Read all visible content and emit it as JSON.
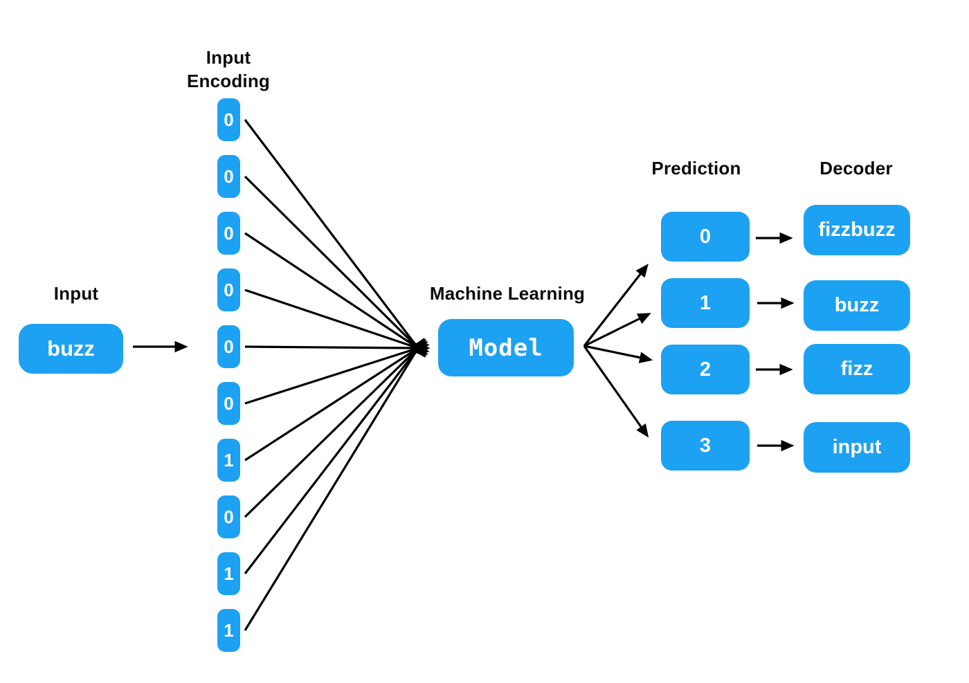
{
  "diagram": {
    "input": {
      "label": "Input",
      "value": "buzz"
    },
    "encoding": {
      "label": "Input Encoding",
      "bits": [
        "0",
        "0",
        "0",
        "0",
        "0",
        "0",
        "1",
        "0",
        "1",
        "1"
      ]
    },
    "model": {
      "label": "Machine Learning",
      "value": "Model"
    },
    "prediction": {
      "label": "Prediction",
      "classes": [
        "0",
        "1",
        "2",
        "3"
      ]
    },
    "decoder": {
      "label": "Decoder",
      "outputs": [
        "fizzbuzz",
        "buzz",
        "fizz",
        "input"
      ]
    },
    "colors": {
      "accent_blue": "#1da1f2",
      "box_text": "#ffffff",
      "line": "#000000",
      "background": "#ffffff"
    }
  }
}
